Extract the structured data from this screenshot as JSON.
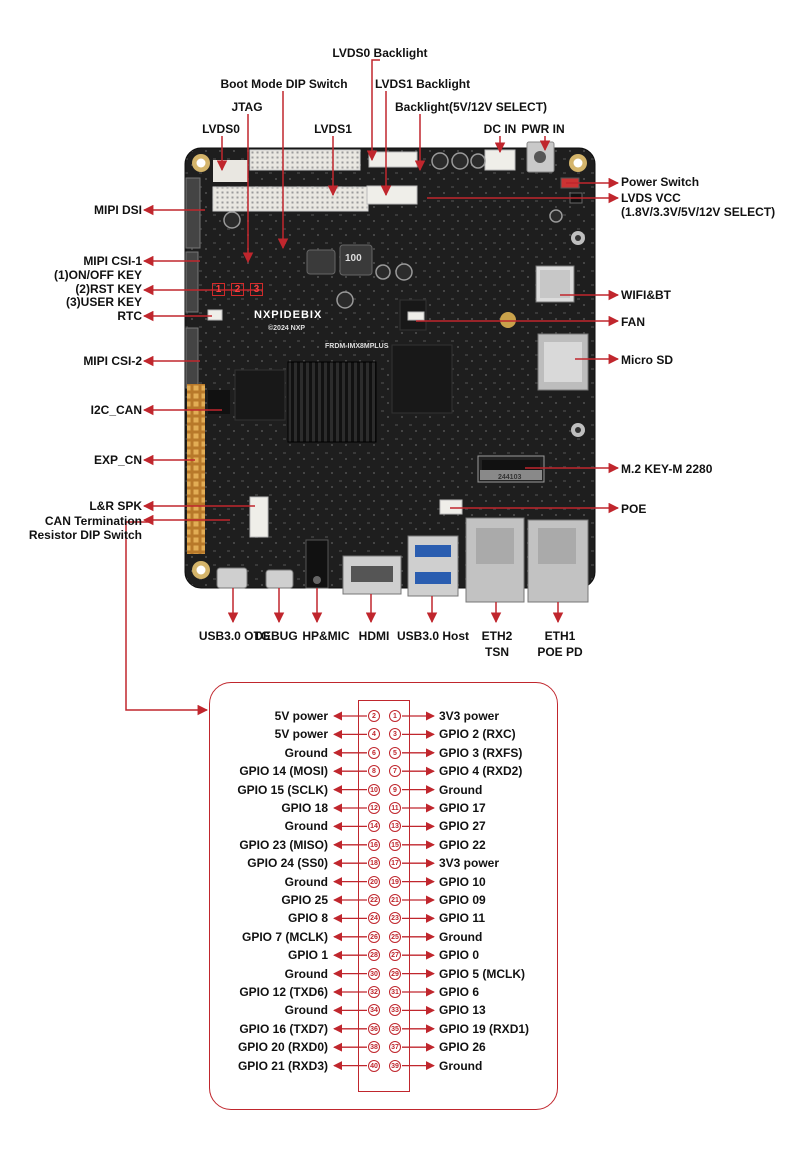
{
  "top_labels": {
    "lvds0_backlight": "LVDS0 Backlight",
    "boot_mode": "Boot Mode DIP Switch",
    "lvds1_backlight": "LVDS1 Backlight",
    "jtag": "JTAG",
    "backlight_select": "Backlight(5V/12V SELECT)",
    "lvds0": "LVDS0",
    "lvds1": "LVDS1",
    "dc_in": "DC IN",
    "pwr_in": "PWR IN"
  },
  "left_labels": {
    "mipi_dsi": "MIPI DSI",
    "mipi_csi1": "MIPI CSI-1",
    "key1": "(1)ON/OFF KEY",
    "key2": "(2)RST KEY",
    "key3": "(3)USER KEY",
    "rtc": "RTC",
    "mipi_csi2": "MIPI CSI-2",
    "i2c_can": "I2C_CAN",
    "exp_cn": "EXP_CN",
    "lr_spk": "L&R SPK",
    "can_term1": "CAN Termination",
    "can_term2": "Resistor DIP Switch"
  },
  "right_labels": {
    "power_switch": "Power Switch",
    "lvds_vcc": "LVDS VCC",
    "lvds_vcc_sub": "(1.8V/3.3V/5V/12V SELECT)",
    "wifi_bt": "WIFI&BT",
    "fan": "FAN",
    "micro_sd": "Micro SD",
    "m2": "M.2 KEY-M 2280",
    "poe": "POE"
  },
  "bottom_labels": {
    "usb_otg": "USB3.0 OTG",
    "debug": "DEBUG",
    "hp_mic": "HP&MIC",
    "hdmi": "HDMI",
    "usb_host": "USB3.0 Host",
    "eth2": "ETH2",
    "eth2_sub": "TSN",
    "eth1": "ETH1",
    "eth1_sub": "POE PD"
  },
  "board": {
    "key_numbers": [
      "1",
      "2",
      "3"
    ],
    "brand_text": "NXPIDEBIX",
    "year_text": "©2024 NXP",
    "model_text": "FRDM-IMX8MPLUS",
    "inductor_text": "100",
    "m2_text": "244103"
  },
  "pinout": {
    "left": [
      {
        "num": "2",
        "label": "5V power"
      },
      {
        "num": "4",
        "label": "5V power"
      },
      {
        "num": "6",
        "label": "Ground"
      },
      {
        "num": "8",
        "label": "GPIO 14 (MOSI)"
      },
      {
        "num": "10",
        "label": "GPIO 15 (SCLK)"
      },
      {
        "num": "12",
        "label": "GPIO 18"
      },
      {
        "num": "14",
        "label": "Ground"
      },
      {
        "num": "16",
        "label": "GPIO 23 (MISO)"
      },
      {
        "num": "18",
        "label": "GPIO 24 (SS0)"
      },
      {
        "num": "20",
        "label": "Ground"
      },
      {
        "num": "22",
        "label": "GPIO 25"
      },
      {
        "num": "24",
        "label": "GPIO 8"
      },
      {
        "num": "26",
        "label": "GPIO 7 (MCLK)"
      },
      {
        "num": "28",
        "label": "GPIO 1"
      },
      {
        "num": "30",
        "label": "Ground"
      },
      {
        "num": "32",
        "label": "GPIO 12 (TXD6)"
      },
      {
        "num": "34",
        "label": "Ground"
      },
      {
        "num": "36",
        "label": "GPIO 16 (TXD7)"
      },
      {
        "num": "38",
        "label": "GPIO 20 (RXD0)"
      },
      {
        "num": "40",
        "label": "GPIO 21 (RXD3)"
      }
    ],
    "right": [
      {
        "num": "1",
        "label": "3V3 power"
      },
      {
        "num": "3",
        "label": "GPIO 2 (RXC)"
      },
      {
        "num": "5",
        "label": "GPIO 3 (RXFS)"
      },
      {
        "num": "7",
        "label": "GPIO 4 (RXD2)"
      },
      {
        "num": "9",
        "label": "Ground"
      },
      {
        "num": "11",
        "label": "GPIO 17"
      },
      {
        "num": "13",
        "label": "GPIO 27"
      },
      {
        "num": "15",
        "label": "GPIO 22"
      },
      {
        "num": "17",
        "label": "3V3 power"
      },
      {
        "num": "19",
        "label": "GPIO 10"
      },
      {
        "num": "21",
        "label": "GPIO 09"
      },
      {
        "num": "23",
        "label": "GPIO 11"
      },
      {
        "num": "25",
        "label": "Ground"
      },
      {
        "num": "27",
        "label": "GPIO 0"
      },
      {
        "num": "29",
        "label": "GPIO 5 (MCLK)"
      },
      {
        "num": "31",
        "label": "GPIO 6"
      },
      {
        "num": "33",
        "label": "GPIO 13"
      },
      {
        "num": "35",
        "label": "GPIO 19 (RXD1)"
      },
      {
        "num": "37",
        "label": "GPIO 26"
      },
      {
        "num": "39",
        "label": "Ground"
      }
    ]
  },
  "colors": {
    "accent": "#c0262d",
    "board": "#1e1e1e",
    "header_gold": "#d59a3c",
    "connector_white": "#ecebe6",
    "metal": "#c9c9c9"
  }
}
